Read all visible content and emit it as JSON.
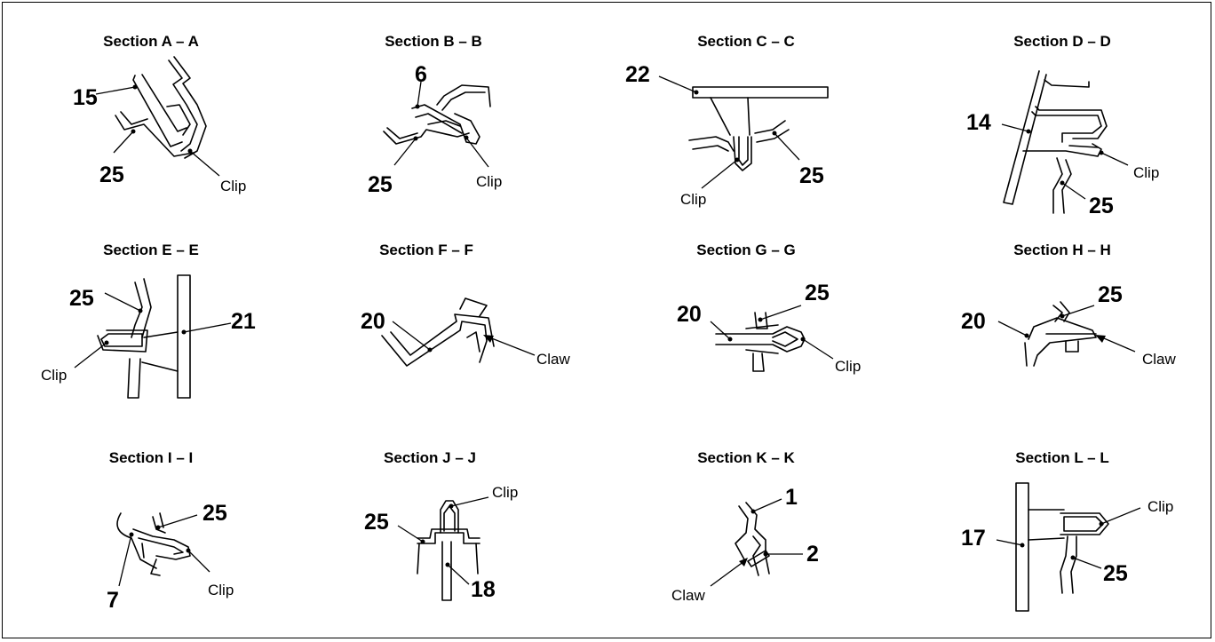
{
  "sections": [
    {
      "title": "Section A – A",
      "labels": [
        "15",
        "25",
        "Clip"
      ]
    },
    {
      "title": "Section B – B",
      "labels": [
        "6",
        "25",
        "Clip"
      ]
    },
    {
      "title": "Section C – C",
      "labels": [
        "22",
        "25",
        "Clip"
      ]
    },
    {
      "title": "Section D – D",
      "labels": [
        "14",
        "Clip",
        "25"
      ]
    },
    {
      "title": "Section E – E",
      "labels": [
        "25",
        "21",
        "Clip"
      ]
    },
    {
      "title": "Section F – F",
      "labels": [
        "20",
        "Claw"
      ]
    },
    {
      "title": "Section G – G",
      "labels": [
        "25",
        "20",
        "Clip"
      ]
    },
    {
      "title": "Section H – H",
      "labels": [
        "25",
        "20",
        "Claw"
      ]
    },
    {
      "title": "Section I – I",
      "labels": [
        "25",
        "Clip",
        "7"
      ]
    },
    {
      "title": "Section J – J",
      "labels": [
        "Clip",
        "25",
        "18"
      ]
    },
    {
      "title": "Section K – K",
      "labels": [
        "1",
        "2",
        "Claw"
      ]
    },
    {
      "title": "Section L – L",
      "labels": [
        "Clip",
        "17",
        "25"
      ]
    }
  ]
}
